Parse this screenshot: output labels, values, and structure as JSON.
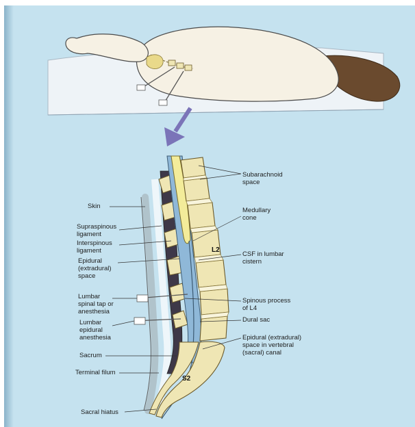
{
  "figure": {
    "labels_left": [
      {
        "id": "skin",
        "text": "Skin"
      },
      {
        "id": "supraspinous",
        "text": "Supraspinous\nligament"
      },
      {
        "id": "interspinous",
        "text": "Interspinous\nligament"
      },
      {
        "id": "epidural-space",
        "text": "Epidural\n(extradural)\nspace"
      },
      {
        "id": "lumbar-spinal-tap",
        "text": "Lumbar\nspinal tap or\nanesthesia"
      },
      {
        "id": "lumbar-epidural",
        "text": "Lumbar\nepidural\nanesthesia"
      },
      {
        "id": "sacrum",
        "text": "Sacrum"
      },
      {
        "id": "terminal-filum",
        "text": "Terminal filum"
      },
      {
        "id": "sacral-hiatus",
        "text": "Sacral hiatus"
      }
    ],
    "labels_right": [
      {
        "id": "subarachnoid",
        "text": "Subarachnoid\nspace"
      },
      {
        "id": "medullary-cone",
        "text": "Medullary\ncone"
      },
      {
        "id": "csf",
        "text": "CSF in lumbar\ncistern"
      },
      {
        "id": "spinous-process",
        "text": "Spinous process\nof L4"
      },
      {
        "id": "dural-sac",
        "text": "Dural sac"
      },
      {
        "id": "epidural-vertebral",
        "text": "Epidural (extradural)\nspace in vertebral\n(sacral) canal"
      }
    ],
    "vertebra_labels": {
      "l2": "L2",
      "s2": "S2"
    },
    "colors": {
      "background": "#c5e2ef",
      "bone": "#efe6b4",
      "bone_outline": "#6b5a2a",
      "cord": "#f3ec9a",
      "csf": "#8fb8d8",
      "skin_fill": "#f6f1e4",
      "hair": "#6a4a2e",
      "arrow": "#7b74b8"
    }
  }
}
